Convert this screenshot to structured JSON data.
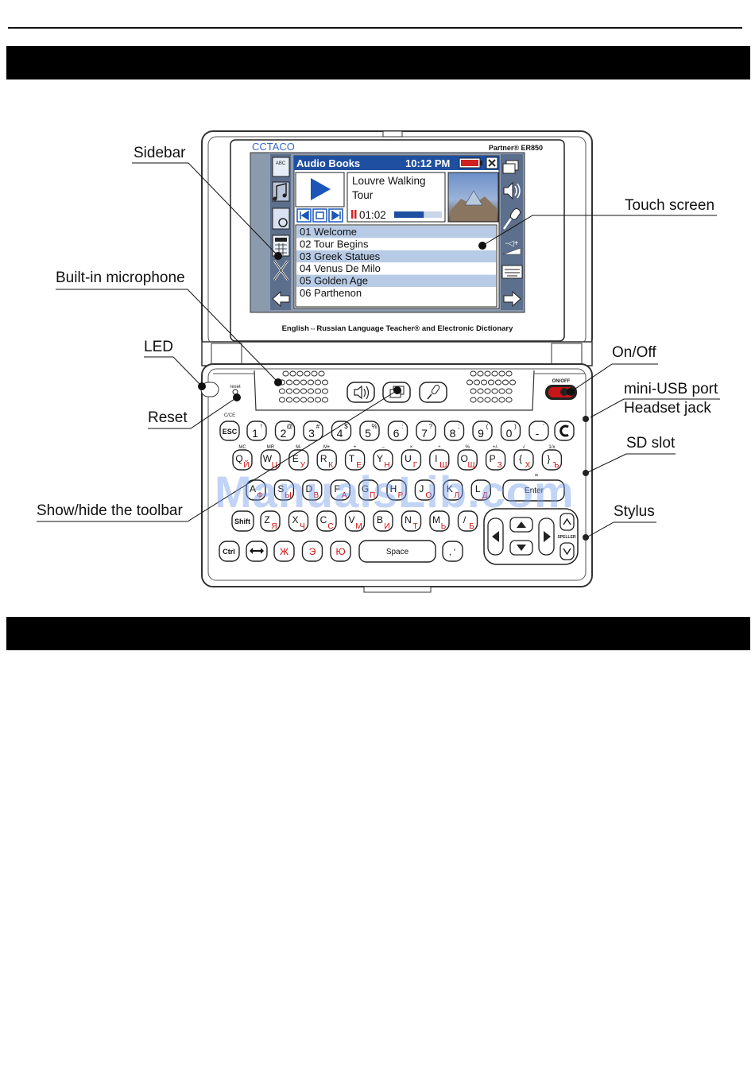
{
  "device": {
    "brand": "CCTACO",
    "model": "Partner® ER850",
    "caption": "English⇔Russian Language Teacher® and Electronic Dictionary"
  },
  "screen": {
    "app_title": "Audio Books",
    "time": "10:12 PM",
    "track_title_line1": "Louvre Walking",
    "track_title_line2": "Tour",
    "elapsed": "01:02",
    "progress_fraction": 0.62,
    "tracks": [
      "01 Welcome",
      "02 Tour Begins",
      "03 Greek Statues",
      "04 Venus De Milo",
      "05 Golden Age",
      "06 Parthenon"
    ],
    "selected_track_index": 1,
    "sidebar_left_icons": [
      "abc-book-icon",
      "music-notes-icon",
      "audio-book-icon",
      "calculator-icon",
      "tools-icon",
      "back-arrow-icon"
    ],
    "sidebar_right_icons": [
      "window-toggle-icon",
      "speaker-icon",
      "microphone-icon",
      "volume-icon",
      "keyboard-icon",
      "forward-arrow-icon"
    ],
    "abc_icon_text": "ABC"
  },
  "callouts": {
    "sidebar": "Sidebar",
    "touch_screen": "Touch screen",
    "microphone": "Built-in microphone",
    "led": "LED",
    "reset": "Reset",
    "on_off": "On/Off",
    "mini_usb": "mini-USB port",
    "headset": "Headset jack",
    "sd_slot": "SD slot",
    "stylus": "Stylus",
    "toolbar": "Show/hide the toolbar"
  },
  "panel": {
    "reset_text": "reset",
    "onoff_text": "ON/OFF",
    "cce_text": "C/CE",
    "speller_text": "SPELLER"
  },
  "keyboard": {
    "esc": "ESC",
    "shift": "Shift",
    "ctrl": "Ctrl",
    "space": "Space",
    "enter": "Enter",
    "row1": [
      {
        "main": "1",
        "sup": "!"
      },
      {
        "main": "2",
        "sup": "@"
      },
      {
        "main": "3",
        "sup": "#"
      },
      {
        "main": "4",
        "sup": "$"
      },
      {
        "main": "5",
        "sup": "%"
      },
      {
        "main": "6",
        "sup": ":"
      },
      {
        "main": "7",
        "sup": "?"
      },
      {
        "main": "8",
        "sup": ";"
      },
      {
        "main": "9",
        "sup": "("
      },
      {
        "main": "0",
        "sup": ")"
      },
      {
        "main": "-",
        "sup": "'"
      }
    ],
    "row2": [
      {
        "lat": "Q",
        "cyr": "Й",
        "top": "MC"
      },
      {
        "lat": "W",
        "cyr": "Ц",
        "top": "MR"
      },
      {
        "lat": "E",
        "cyr": "У",
        "top": "M-"
      },
      {
        "lat": "R",
        "cyr": "К",
        "top": "M+"
      },
      {
        "lat": "T",
        "cyr": "Е",
        "top": "+"
      },
      {
        "lat": "Y",
        "cyr": "Н",
        "top": "–"
      },
      {
        "lat": "U",
        "cyr": "Г",
        "top": "×"
      },
      {
        "lat": "I",
        "cyr": "Ш",
        "top": "÷"
      },
      {
        "lat": "O",
        "cyr": "Щ",
        "top": "%"
      },
      {
        "lat": "P",
        "cyr": "З",
        "top": "+/-"
      },
      {
        "lat": "{",
        "cyr": "Х",
        "top": "√"
      },
      {
        "lat": "}",
        "cyr": "Ъ",
        "top": "1/x"
      }
    ],
    "row3": [
      {
        "lat": "A",
        "cyr": "Ф"
      },
      {
        "lat": "S",
        "cyr": "Ы"
      },
      {
        "lat": "D",
        "cyr": "В"
      },
      {
        "lat": "F",
        "cyr": "А"
      },
      {
        "lat": "G",
        "cyr": "П"
      },
      {
        "lat": "H",
        "cyr": "Р"
      },
      {
        "lat": "J",
        "cyr": "О"
      },
      {
        "lat": "K",
        "cyr": "Л"
      },
      {
        "lat": "L",
        "cyr": "Д"
      }
    ],
    "row4": [
      {
        "lat": "Z",
        "cyr": "Я"
      },
      {
        "lat": "X",
        "cyr": "Ч"
      },
      {
        "lat": "C",
        "cyr": "С"
      },
      {
        "lat": "V",
        "cyr": "М"
      },
      {
        "lat": "B",
        "cyr": "И"
      },
      {
        "lat": "N",
        "cyr": "Т"
      },
      {
        "lat": "M",
        "cyr": "Ь"
      },
      {
        "lat": "/",
        "cyr": "Б"
      }
    ],
    "row5": [
      "Ж",
      "Э",
      "Ю"
    ],
    "equals_mark": "=",
    "comma_key": ", '"
  },
  "watermark": "ManualsLib.com",
  "colors": {
    "screen_header": "#1f4fa0",
    "sidebar_blue": "#2f5fb0",
    "cyrillic_red": "#d01010",
    "onoff_red": "#c81515"
  }
}
